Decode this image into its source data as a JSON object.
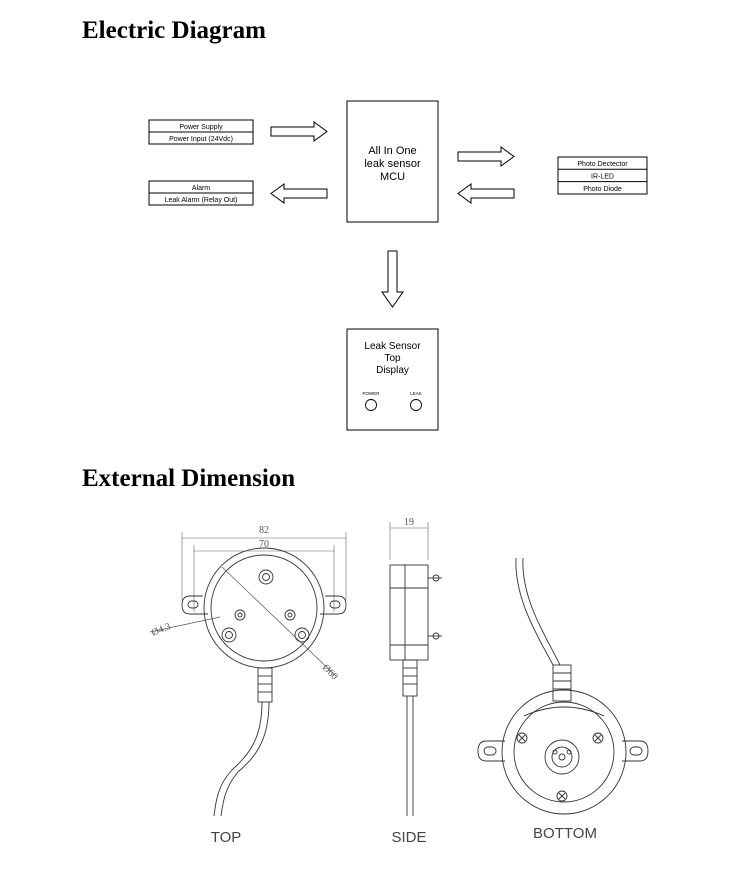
{
  "section1": {
    "title": "Electric Diagram"
  },
  "section2": {
    "title": "External Dimension"
  },
  "diagram": {
    "power": {
      "title": "Power Supply",
      "sub": "Power Input (24Vdc)"
    },
    "alarm": {
      "title": "Alarm",
      "sub": "Leak Alarm (Relay Out)"
    },
    "mcu": {
      "line1": "All In One",
      "line2": "leak sensor",
      "line3": "MCU"
    },
    "sensor": {
      "line1": "Photo Dectector",
      "line2": "IR-LED",
      "line3": "Photo Diode"
    },
    "display": {
      "line1": "Leak Sensor",
      "line2": "Top",
      "line3": "Display",
      "power_label": "POWER",
      "leak_label": "LEAK"
    }
  },
  "dimensions": {
    "top": {
      "width_outer": "82",
      "width_inner": "70",
      "hole_dia": "Ø4.3",
      "body_dia": "Ø60",
      "caption": "TOP"
    },
    "side": {
      "height": "19",
      "caption": "SIDE"
    },
    "bottom": {
      "caption": "BOTTOM"
    }
  }
}
